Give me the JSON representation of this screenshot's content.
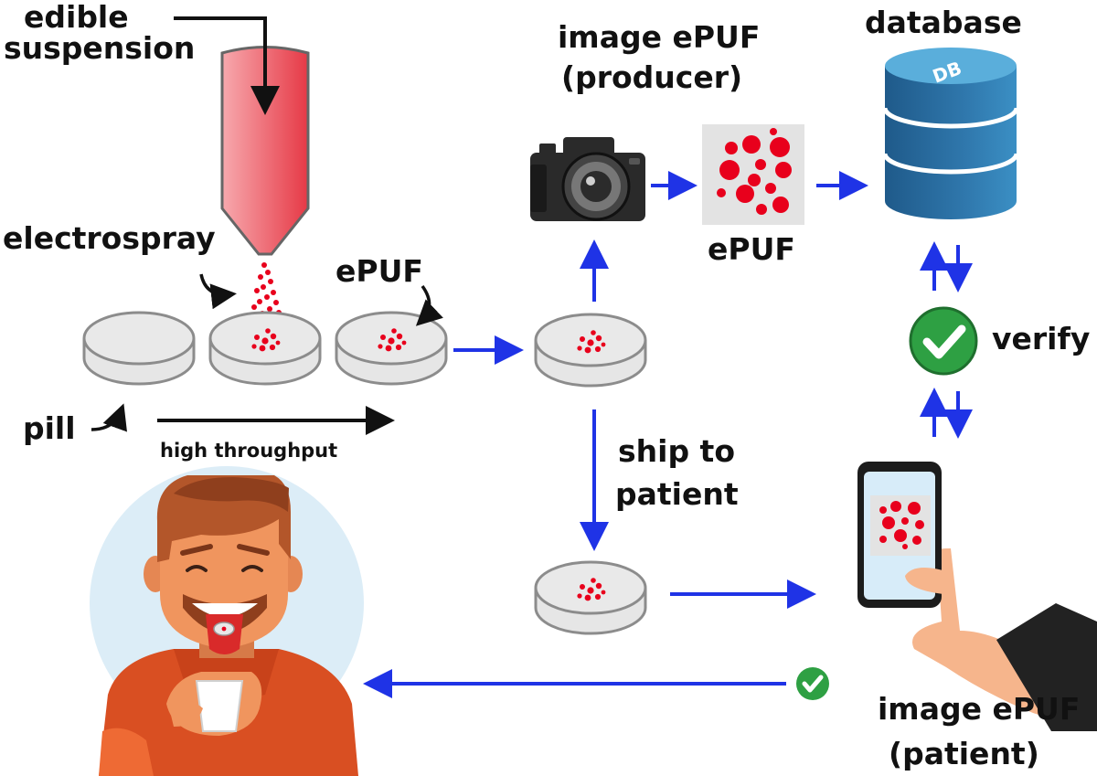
{
  "labels": {
    "edible_suspension": [
      "edible",
      "suspension"
    ],
    "electrospray": "electrospray",
    "epuf_tag": "ePUF",
    "pill": "pill",
    "high_throughput": "high throughput",
    "image_producer": [
      "image ePUF",
      "(producer)"
    ],
    "epuf_sample": "ePUF",
    "database": "database",
    "db_badge": "DB",
    "verify": "verify",
    "ship": [
      "ship to",
      "patient"
    ],
    "image_patient": [
      "image ePUF",
      "(patient)"
    ]
  },
  "colors": {
    "flow_arrow": "#1f33e6",
    "dot": "#e8001c",
    "pill_fill": "#e6e6e6",
    "pill_edge": "#8c8c8c",
    "nozzle": "#e8434f",
    "db_top": "#5aaedb",
    "db_body": "#2f6e9f",
    "check_green": "#2ea043",
    "person_face": "#f0955e",
    "person_hair": "#b3562a",
    "person_shirt": "#d94f22",
    "phone_screen": "#d7ecf9",
    "hand": "#f6b58c"
  },
  "icons": [
    "camera-icon",
    "database-icon",
    "check-icon",
    "phone-icon",
    "hand-icon",
    "person-icon",
    "nozzle-icon",
    "pill-icon"
  ]
}
